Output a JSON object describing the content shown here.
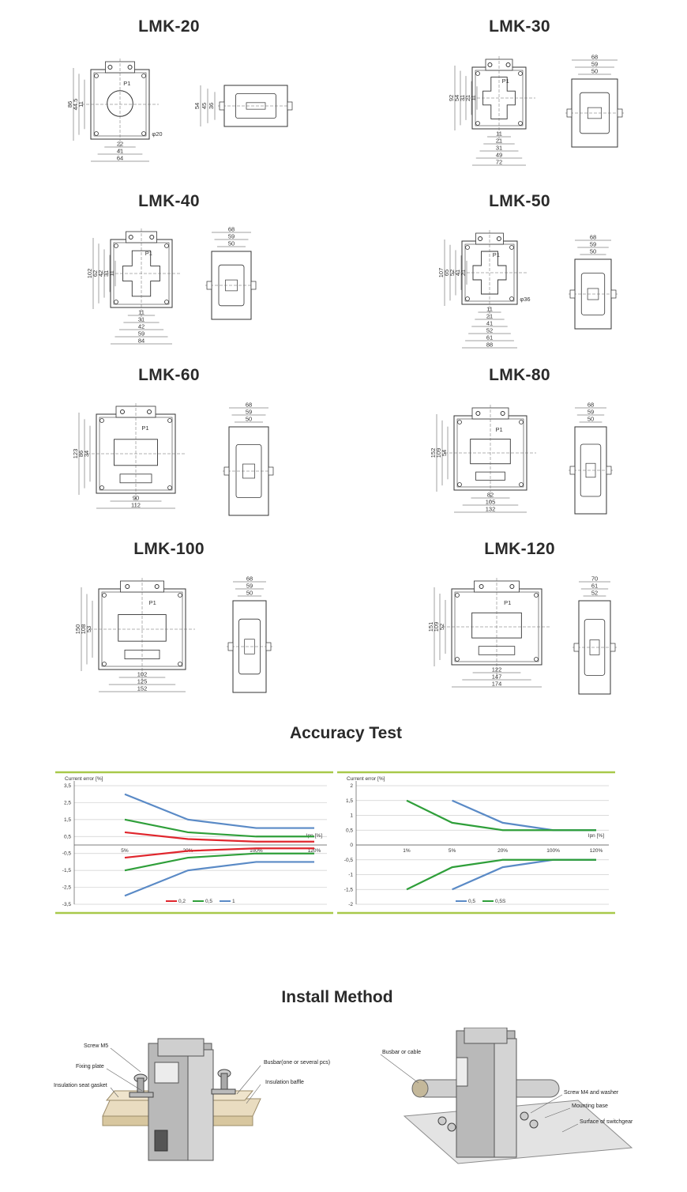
{
  "models": [
    {
      "name": "LMK-20",
      "front": {
        "heights": [
          "86",
          "44.5",
          "11"
        ],
        "widths": [
          "22",
          "41",
          "64"
        ],
        "hole": "φ20"
      },
      "side": {
        "widths": [],
        "heights": [
          "54",
          "45",
          "36"
        ]
      }
    },
    {
      "name": "LMK-30",
      "front": {
        "heights": [
          "92",
          "54",
          "31",
          "21",
          "11"
        ],
        "widths": [
          "11",
          "21",
          "31",
          "49",
          "72"
        ]
      },
      "side": {
        "widths": [
          "68",
          "59",
          "50"
        ],
        "heights": []
      }
    },
    {
      "name": "LMK-40",
      "front": {
        "heights": [
          "102",
          "62",
          "42",
          "31",
          "11"
        ],
        "widths": [
          "11",
          "31",
          "42",
          "59",
          "84"
        ]
      },
      "side": {
        "widths": [
          "68",
          "59",
          "50"
        ],
        "heights": []
      }
    },
    {
      "name": "LMK-50",
      "front": {
        "heights": [
          "107",
          "65",
          "52",
          "41",
          "21"
        ],
        "widths": [
          "11",
          "21",
          "41",
          "52",
          "61",
          "88"
        ],
        "hole": "φ36"
      },
      "side": {
        "widths": [
          "68",
          "59",
          "50"
        ],
        "heights": []
      }
    },
    {
      "name": "LMK-60",
      "front": {
        "heights": [
          "123",
          "86",
          "34"
        ],
        "widths": [
          "90",
          "112"
        ]
      },
      "side": {
        "widths": [
          "68",
          "59",
          "50"
        ],
        "heights": []
      }
    },
    {
      "name": "LMK-80",
      "front": {
        "heights": [
          "152",
          "109",
          "54"
        ],
        "widths": [
          "82",
          "105",
          "132"
        ]
      },
      "side": {
        "widths": [
          "68",
          "59",
          "50"
        ],
        "heights": []
      }
    },
    {
      "name": "LMK-100",
      "front": {
        "heights": [
          "150",
          "108",
          "53"
        ],
        "widths": [
          "102",
          "125",
          "152"
        ]
      },
      "side": {
        "widths": [
          "68",
          "59",
          "50"
        ],
        "heights": []
      }
    },
    {
      "name": "LMK-120",
      "front": {
        "heights": [
          "151",
          "109",
          "52"
        ],
        "widths": [
          "122",
          "147",
          "174"
        ]
      },
      "side": {
        "widths": [
          "70",
          "61",
          "52"
        ],
        "heights": []
      }
    }
  ],
  "terminal_label": "P1",
  "accuracy_title": "Accuracy Test",
  "install_title": "Install Method",
  "colors": {
    "red": "#e0262d",
    "green": "#2f9f3a",
    "blue": "#5a8ac6",
    "frame": "#a8c94a",
    "grid": "#cfcfcf"
  },
  "chart_data": [
    {
      "type": "line",
      "title": "",
      "ylabel": "Current error [%]",
      "xlabel": "Ipn [%]",
      "x": [
        "5%",
        "20%",
        "100%",
        "120%"
      ],
      "ylim": [
        -3.5,
        3.5
      ],
      "yticks": [
        "3,5",
        "2,5",
        "1,5",
        "0,5",
        "-0,5",
        "-1,5",
        "-2,5",
        "-3,5"
      ],
      "series": [
        {
          "name": "0,2",
          "color": "#e0262d",
          "values": [
            0.75,
            0.35,
            0.2,
            0.2
          ]
        },
        {
          "name": "0,2",
          "color": "#e0262d",
          "values": [
            -0.75,
            -0.35,
            -0.2,
            -0.2
          ]
        },
        {
          "name": "0,5",
          "color": "#2f9f3a",
          "values": [
            1.5,
            0.75,
            0.5,
            0.5
          ]
        },
        {
          "name": "0,5",
          "color": "#2f9f3a",
          "values": [
            -1.5,
            -0.75,
            -0.5,
            -0.5
          ]
        },
        {
          "name": "1",
          "color": "#5a8ac6",
          "values": [
            3.0,
            1.5,
            1.0,
            1.0
          ]
        },
        {
          "name": "1",
          "color": "#5a8ac6",
          "values": [
            -3.0,
            -1.5,
            -1.0,
            -1.0
          ]
        }
      ],
      "legend": [
        "0,2",
        "0,5",
        "1"
      ]
    },
    {
      "type": "line",
      "title": "",
      "ylabel": "Current error [%]",
      "xlabel": "Ipn [%]",
      "x": [
        "1%",
        "5%",
        "20%",
        "100%",
        "120%"
      ],
      "ylim": [
        -2,
        2
      ],
      "yticks": [
        "2",
        "1,5",
        "1",
        "0,5",
        "0",
        "-0,5",
        "-1",
        "-1,5",
        "-2"
      ],
      "series": [
        {
          "name": "0,5",
          "color": "#5a8ac6",
          "values": [
            null,
            1.5,
            0.75,
            0.5,
            0.5
          ]
        },
        {
          "name": "0,5",
          "color": "#5a8ac6",
          "values": [
            null,
            -1.5,
            -0.75,
            -0.5,
            -0.5
          ]
        },
        {
          "name": "0,5S",
          "color": "#2f9f3a",
          "values": [
            1.5,
            0.75,
            0.5,
            0.5,
            0.5
          ]
        },
        {
          "name": "0,5S",
          "color": "#2f9f3a",
          "values": [
            -1.5,
            -0.75,
            -0.5,
            -0.5,
            -0.5
          ]
        }
      ],
      "legend": [
        "0,5",
        "0,5S"
      ]
    }
  ],
  "install_labels": {
    "left": [
      "Screw M5",
      "Fixing plate",
      "Insulation seat gasket",
      "Busbar(one or several pcs)",
      "Insulation baffle"
    ],
    "right": [
      "Busbar or cable",
      "Screw M4 and washer",
      "Mounting base",
      "Surface of switchgear"
    ]
  }
}
